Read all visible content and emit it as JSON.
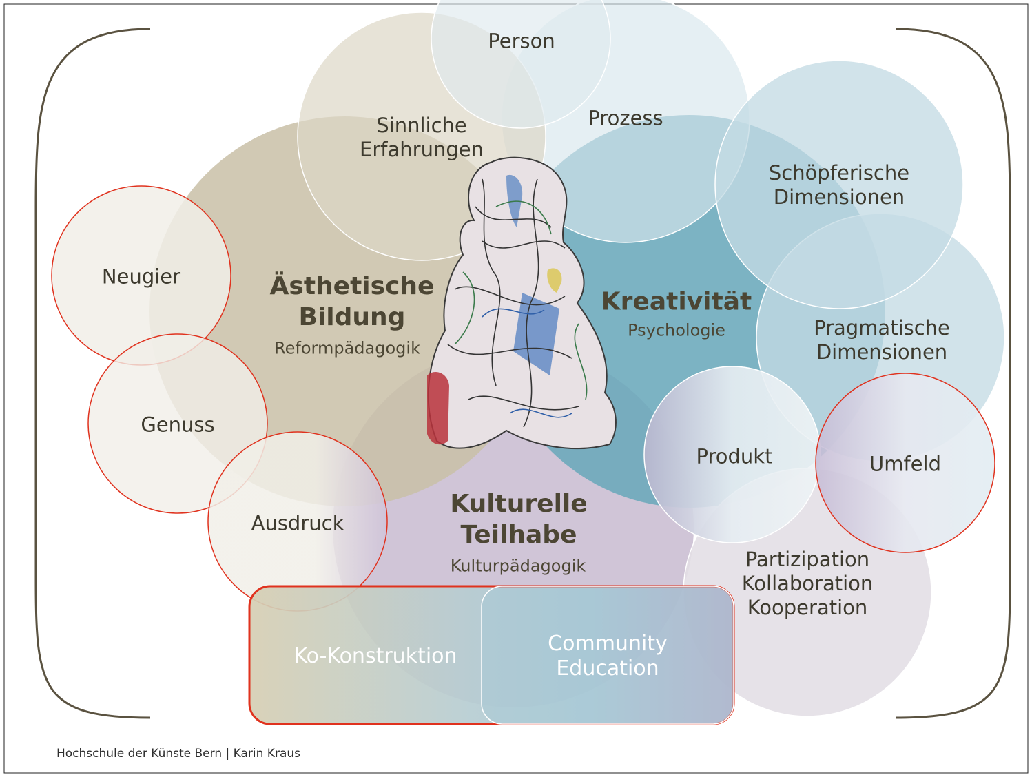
{
  "labels": {
    "sinnliche_erfahrungen": "Sinnliche\nErfahrungen",
    "person": "Person",
    "prozess": "Prozess",
    "schoepferische_dimensionen": "Schöpferische\nDimensionen",
    "pragmatische_dimensionen": "Pragmatische\nDimensionen",
    "neugier": "Neugier",
    "genuss": "Genuss",
    "ausdruck": "Ausdruck",
    "produkt": "Produkt",
    "umfeld": "Umfeld",
    "partizipation": "Partizipation\nKollaboration\nKooperation",
    "ko_konstruktion": "Ko-Konstruktion",
    "community_education": "Community\nEducation"
  },
  "domains": {
    "aesthetische_bildung": {
      "title": "Ästhetische\nBildung",
      "subtitle": "Reformpädagogik"
    },
    "kreativitaet": {
      "title": "Kreativität",
      "subtitle": "Psychologie"
    },
    "kulturelle_teilhabe": {
      "title": "Kulturelle\nTeilhabe",
      "subtitle": "Kulturpädagogik"
    }
  },
  "footer": "Hochschule der Künste Bern | Karin Kraus",
  "colors": {
    "beige": "#c9c0a7",
    "teal": "#6aa9bb",
    "light_blue": "#d9e8ee",
    "lavender": "#cbbfd4",
    "red_outline": "#e0321e",
    "bracket": "#5a5240"
  },
  "icons": [
    "child-figure-illustration"
  ]
}
